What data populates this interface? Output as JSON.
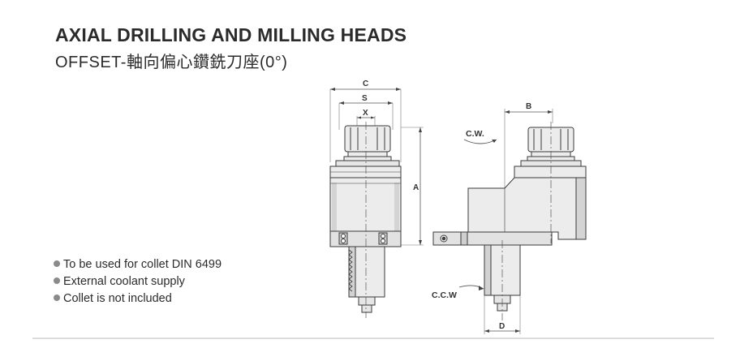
{
  "header": {
    "title": "AXIAL DRILLING AND MILLING HEADS",
    "subtitle": "OFFSET-軸向偏心鑽銑刀座(0°)"
  },
  "features": [
    "To be used for collet DIN 6499",
    "External coolant supply",
    "Collet is not included"
  ],
  "dimensions": {
    "c": "C",
    "s": "S",
    "x": "X",
    "a": "A",
    "b": "B",
    "d": "D"
  },
  "rotation": {
    "cw": "C.W.",
    "ccw": "C.C.W"
  },
  "colors": {
    "body_fill": "#ececec",
    "outline": "#3a3a3a",
    "dim_line": "#666666",
    "shade": "#bdbdbd"
  }
}
